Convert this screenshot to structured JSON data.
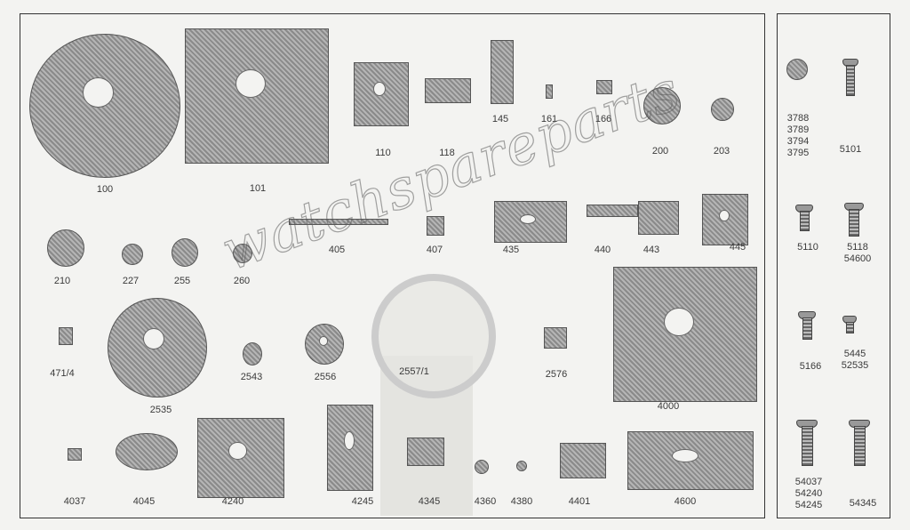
{
  "watermark": "watchspareparts",
  "main_panel": {
    "parts": [
      "100",
      "101",
      "110",
      "118",
      "145",
      "161",
      "166",
      "200",
      "203",
      "210",
      "227",
      "255",
      "260",
      "405",
      "407",
      "435",
      "440",
      "443",
      "445",
      "471/4",
      "2535",
      "2543",
      "2556",
      "2557/1",
      "2576",
      "4000",
      "4037",
      "4045",
      "4240",
      "4245",
      "4345",
      "4360",
      "4380",
      "4401",
      "4600"
    ]
  },
  "screw_panel": {
    "parts": [
      {
        "lines": [
          "3788",
          "3789",
          "3794",
          "3795"
        ]
      },
      {
        "lines": [
          "5101"
        ]
      },
      {
        "lines": [
          "5110"
        ]
      },
      {
        "lines": [
          "5118",
          "54600"
        ]
      },
      {
        "lines": [
          "5166"
        ]
      },
      {
        "lines": [
          "5445",
          "52535"
        ]
      },
      {
        "lines": [
          "54037",
          "54240",
          "54245"
        ]
      },
      {
        "lines": [
          "54345"
        ]
      }
    ]
  }
}
